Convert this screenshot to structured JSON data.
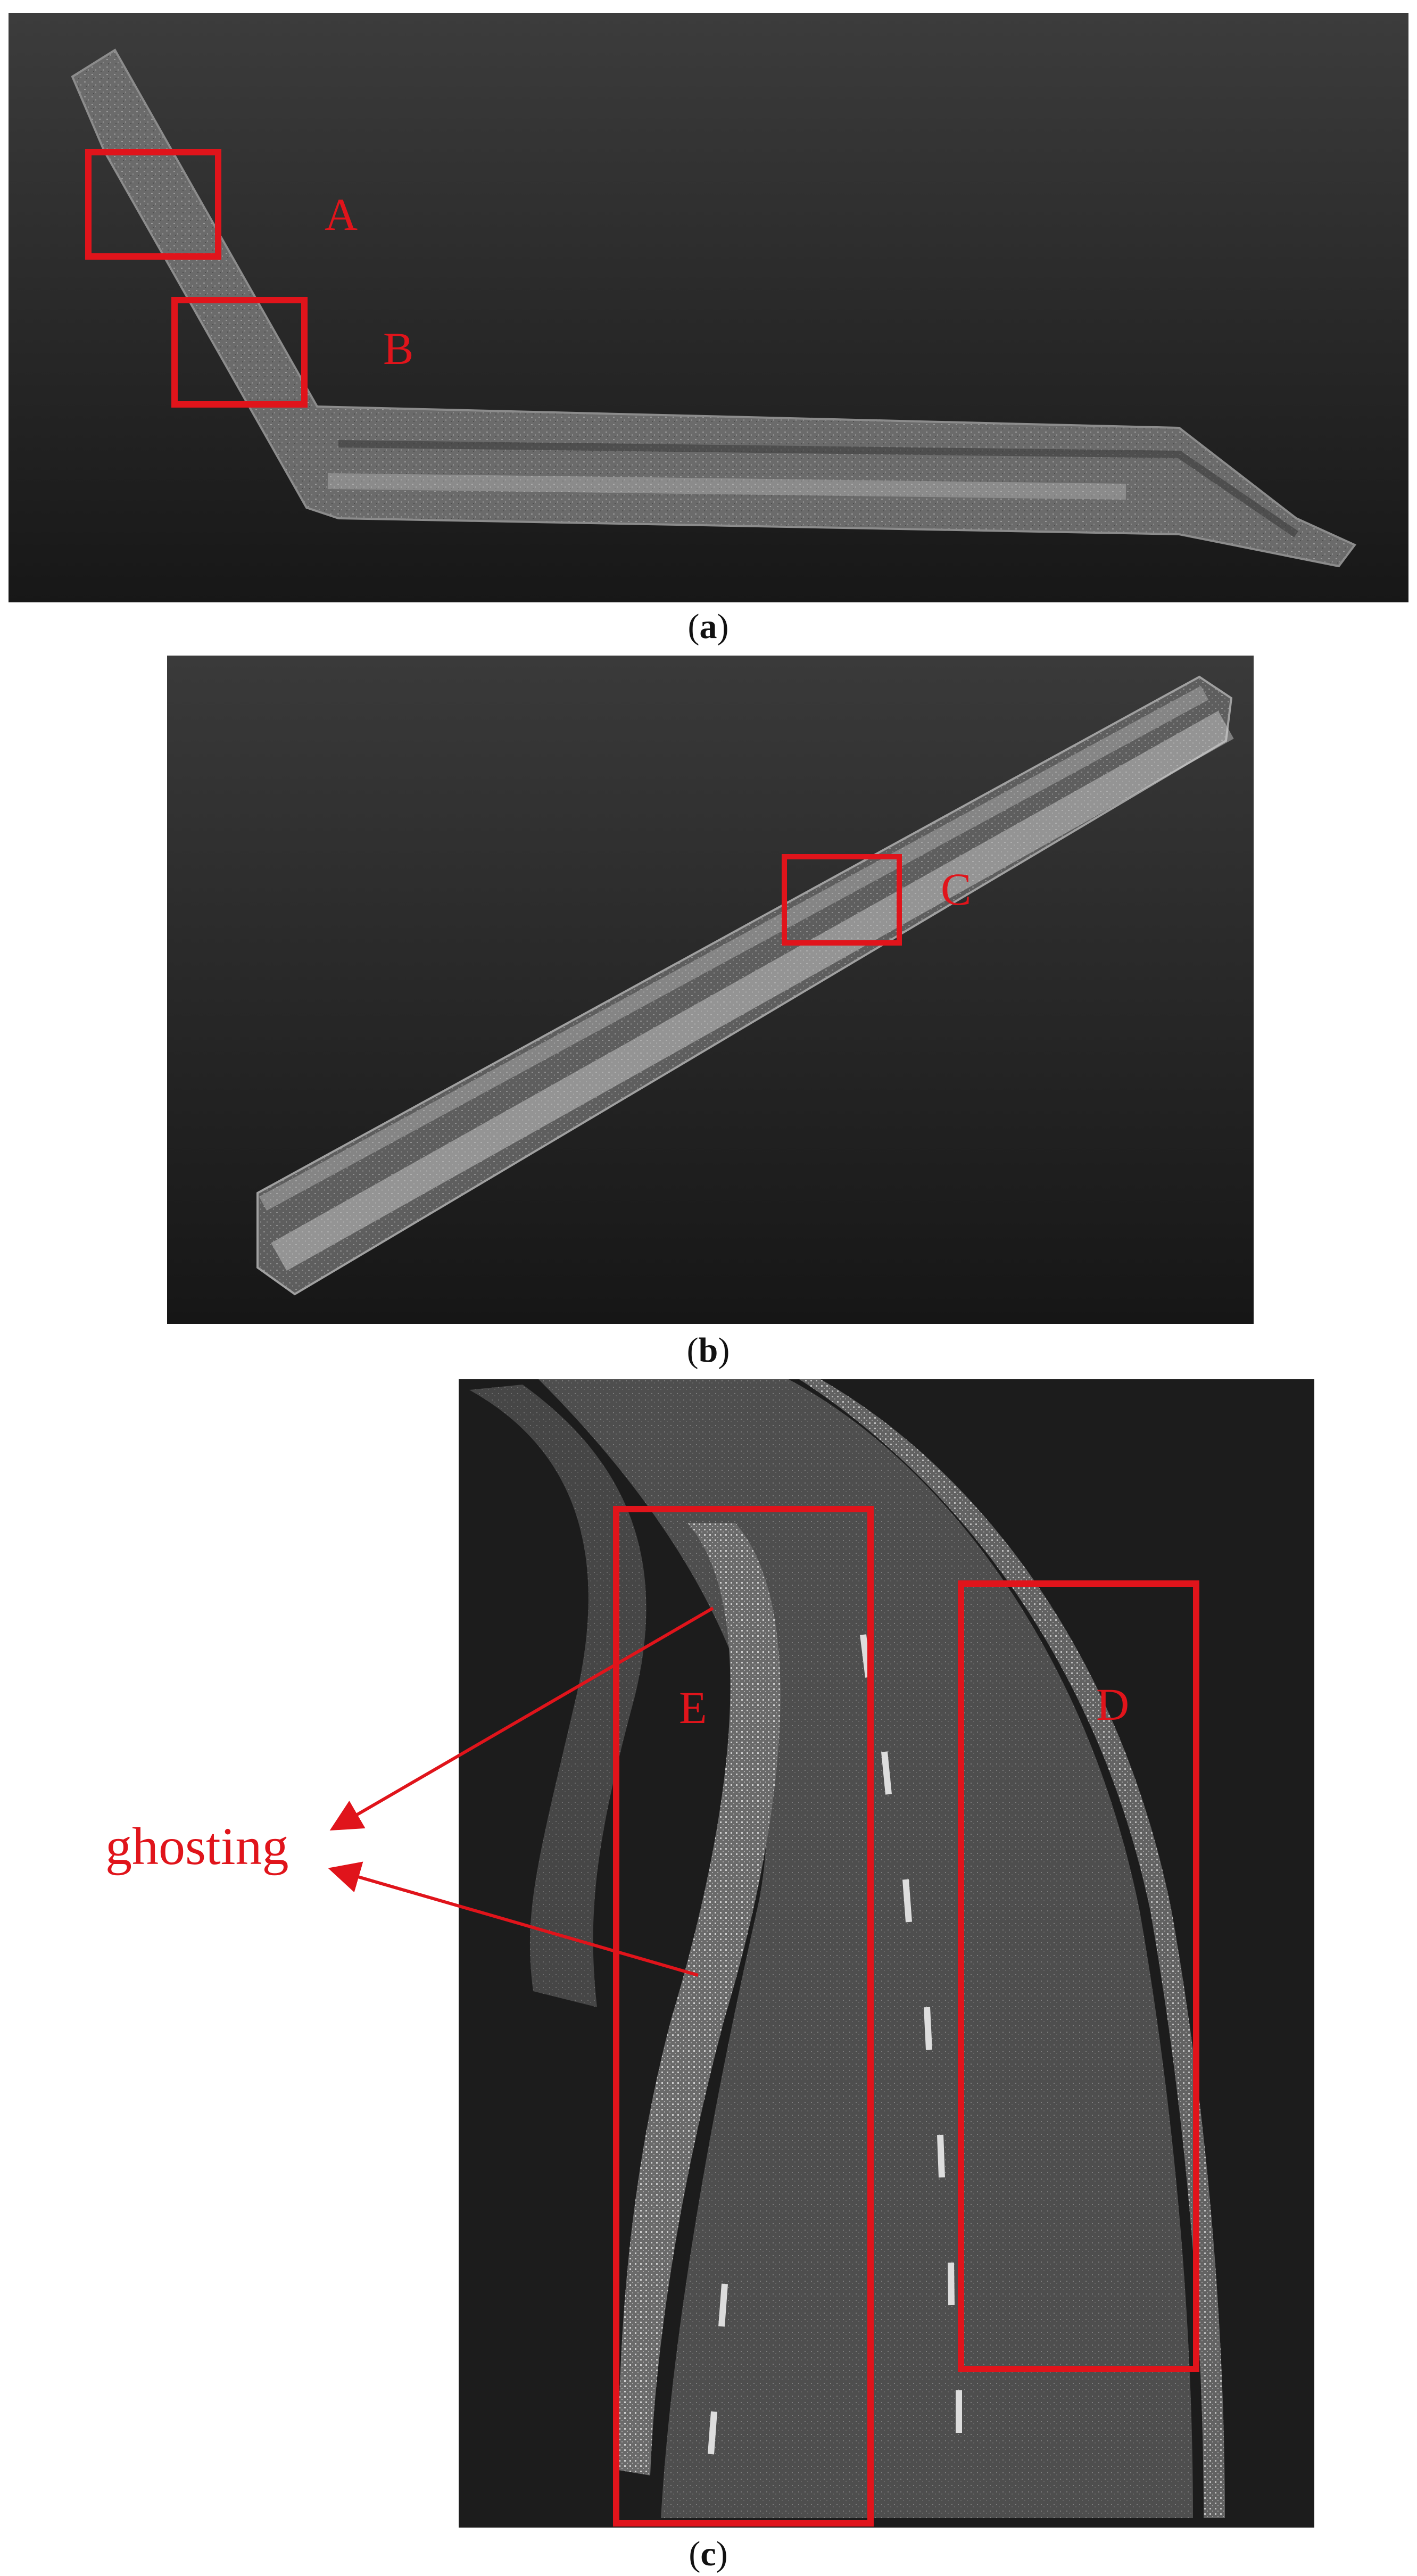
{
  "captions": {
    "a": "a",
    "b": "b",
    "c": "c"
  },
  "labels": {
    "A": "A",
    "B": "B",
    "C": "C",
    "D": "D",
    "E": "E"
  },
  "annotation": {
    "ghosting": "ghosting"
  },
  "colors": {
    "highlight": "#e0141b",
    "background_top": "#3a3a3a",
    "background_bottom": "#151515"
  }
}
